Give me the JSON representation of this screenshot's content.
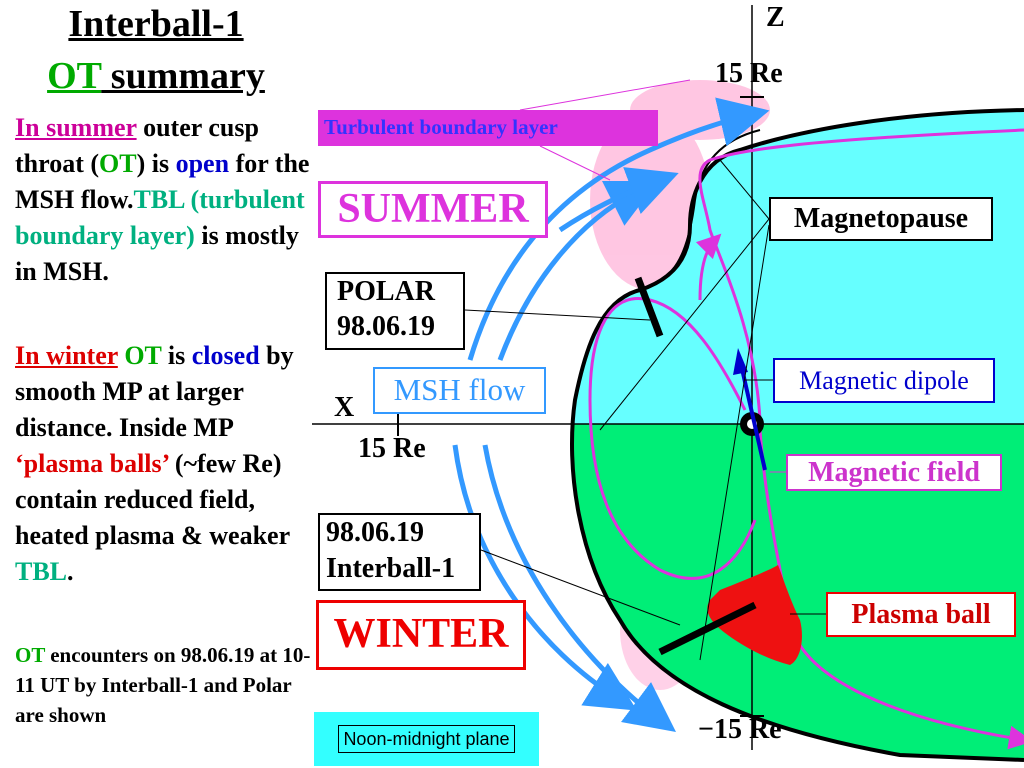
{
  "title": {
    "line1": "Interball-1",
    "ot": "OT",
    "summary": " summary"
  },
  "para1": {
    "in_summer": "In summer",
    "t1": " outer cusp throat (",
    "ot": "OT",
    "t2": ") is ",
    "open": "open",
    "t3": " for the MSH flow.",
    "tbl": "TBL (turbulent boundary layer)",
    "t4": " is mostly in MSH."
  },
  "para2": {
    "in_winter": "In winter",
    "ot": "  OT",
    "t1": " is ",
    "closed": "closed",
    "t2": " by smooth MP at larger distance. Inside MP ",
    "plasma_balls": "‘plasma balls’",
    "t3": " (~few Re) contain reduced field, heated plasma & weaker ",
    "tbl": "TBL",
    "t4": "."
  },
  "para3": {
    "ot": "OT",
    "t1": " encounters on 98.06.19 at 10-11 UT by Interball-1 and Polar are shown"
  },
  "labels": {
    "turbulent_boundary_layer": "Turbulent boundary layer",
    "summer": "SUMMER",
    "winter": "WINTER",
    "polar_line1": "POLAR",
    "polar_line2": "98.06.19",
    "ib_line1": "98.06.19",
    "ib_line2": "Interball-1",
    "msh_flow": "MSH flow",
    "magnetopause": "Magnetopause",
    "magnetic_dipole": "Magnetic dipole",
    "magnetic_field": "Magnetic field",
    "plasma_ball": "Plasma ball",
    "noon_midnight_plane": "Noon-midnight plane"
  },
  "axes": {
    "z": "Z",
    "x": "X",
    "z_top": "15 Re",
    "z_bottom": "−15 Re",
    "x_tick": "15 Re"
  },
  "colors": {
    "summer_fill": "#66ffff",
    "winter_fill": "#00ee77",
    "msh_flow": "#3399ff",
    "magnetic_field": "#dd33dd",
    "plasma_ball": "#ee1111",
    "dipole": "#0000cc"
  }
}
